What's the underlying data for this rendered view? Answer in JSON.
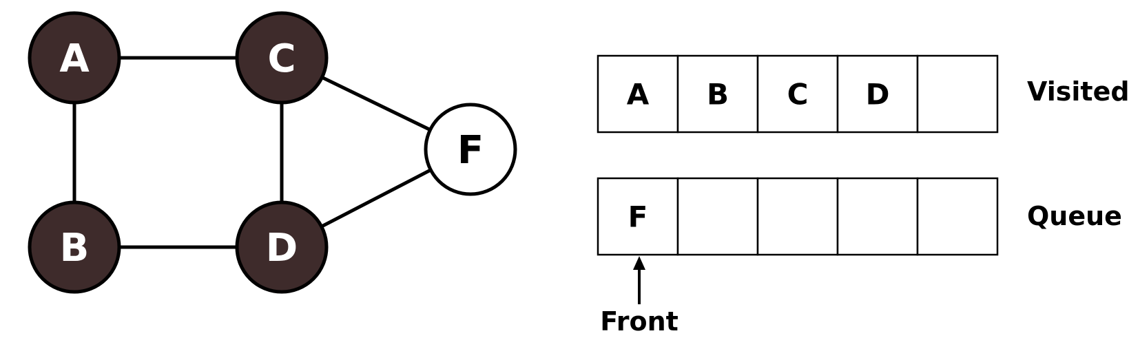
{
  "colors": {
    "visited_node_fill": "#3e2b2b",
    "unvisited_node_fill": "#ffffff",
    "visited_node_text": "#ffffff",
    "unvisited_node_text": "#000000",
    "line": "#000000"
  },
  "graph": {
    "nodes": [
      {
        "id": "A",
        "label": "A",
        "visited": true
      },
      {
        "id": "C",
        "label": "C",
        "visited": true
      },
      {
        "id": "F",
        "label": "F",
        "visited": false
      },
      {
        "id": "B",
        "label": "B",
        "visited": true
      },
      {
        "id": "D",
        "label": "D",
        "visited": true
      }
    ],
    "edges": [
      [
        "A",
        "C"
      ],
      [
        "A",
        "B"
      ],
      [
        "C",
        "D"
      ],
      [
        "B",
        "D"
      ],
      [
        "C",
        "F"
      ],
      [
        "D",
        "F"
      ]
    ]
  },
  "visited": {
    "label": "Visited",
    "cells": [
      "A",
      "B",
      "C",
      "D",
      ""
    ]
  },
  "queue": {
    "label": "Queue",
    "cells": [
      "F",
      "",
      "",
      "",
      ""
    ],
    "front_label": "Front"
  }
}
